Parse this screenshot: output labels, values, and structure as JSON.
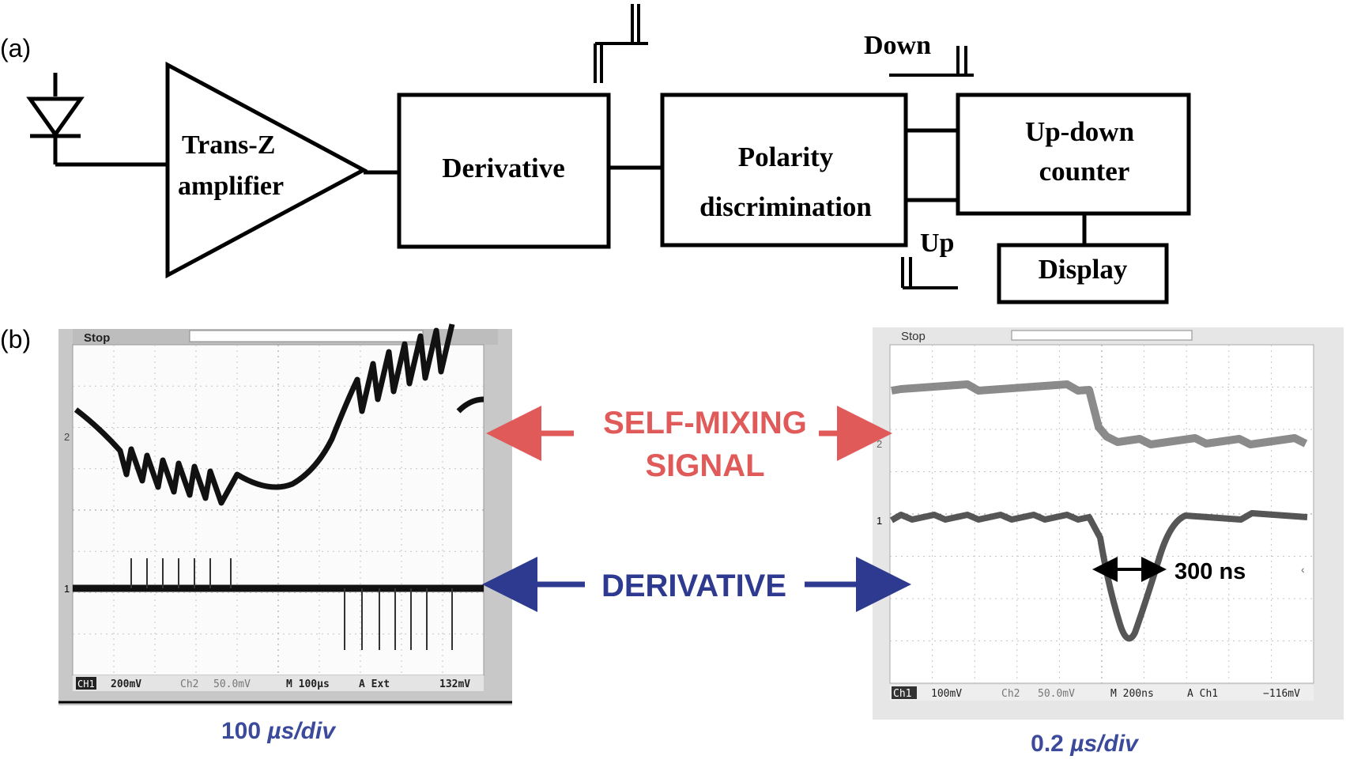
{
  "panel_a": {
    "label": "(a)",
    "blocks": {
      "amplifier": [
        "Trans-Z",
        "amplifier"
      ],
      "derivative": "Derivative",
      "polarity": [
        "Polarity",
        "discrimination"
      ],
      "counter": [
        "Up-down",
        "counter"
      ],
      "display": "Display"
    },
    "output_labels": {
      "down": "Down",
      "up": "Up"
    }
  },
  "panel_b": {
    "label": "(b)",
    "left_scope": {
      "status": "Stop",
      "channel_markers": [
        "2",
        "1"
      ],
      "readout": {
        "ch1_tag": "CH1",
        "ch1_scale": "200mV",
        "ch2_tag": "Ch2",
        "ch2_scale": "50.0mV",
        "time": "M 100µs",
        "trigger": "A  Ext",
        "level": "132mV"
      },
      "caption_value": "100 ",
      "caption_unit": "µs/div"
    },
    "right_scope": {
      "status": "Stop",
      "channel_markers": [
        "2",
        "1"
      ],
      "readout": {
        "ch1_tag": "Ch1",
        "ch1_scale": "100mV",
        "ch2_tag": "Ch2",
        "ch2_scale": "50.0mV",
        "time": "M 200ns",
        "trigger": "A  Ch1",
        "level": "−116mV"
      },
      "annotation": "300 ns",
      "caption_value": "0.2 ",
      "caption_unit": "µs/div"
    },
    "labels": {
      "self_mixing": [
        "SELF-MIXING",
        "SIGNAL"
      ],
      "derivative": "DERIVATIVE"
    },
    "colors": {
      "self_mixing": "#e05a5a",
      "derivative": "#2e3a8f",
      "caption": "#3b4a9a"
    }
  }
}
